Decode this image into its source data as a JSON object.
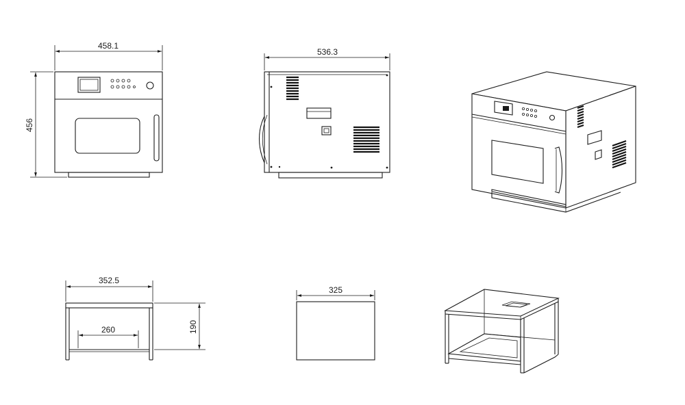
{
  "dimensions": {
    "front_width": "458.1",
    "front_height": "456",
    "side_depth": "536.3",
    "cavity_width": "352.5",
    "cavity_inner_width": "260",
    "cavity_height": "190",
    "tray_width": "325"
  }
}
